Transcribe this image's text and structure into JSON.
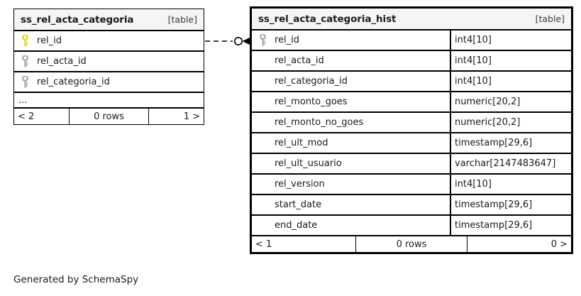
{
  "diagram": {
    "generator_caption": "Generated by SchemaSpy",
    "table_tag": "[table]",
    "ellipsis": "...",
    "colors": {
      "primary_key": "#d9dd1e",
      "foreign_key": "#a8a8a8",
      "border": "#000000",
      "header_background": "#f5f5f5",
      "page_background": "#ffffff"
    }
  },
  "tables": [
    {
      "id": "ss_rel_acta_categoria",
      "name": "ss_rel_acta_categoria",
      "tag": "[table]",
      "focus": false,
      "show_types": false,
      "has_ellipsis": true,
      "ellipsis": "...",
      "columns": [
        {
          "name": "rel_id",
          "type": "",
          "key": "primary"
        },
        {
          "name": "rel_acta_id",
          "type": "",
          "key": "foreign"
        },
        {
          "name": "rel_categoria_id",
          "type": "",
          "key": "foreign"
        }
      ],
      "footer": {
        "prev": "< 2",
        "rows": "0 rows",
        "next": "1 >"
      }
    },
    {
      "id": "ss_rel_acta_categoria_hist",
      "name": "ss_rel_acta_categoria_hist",
      "tag": "[table]",
      "focus": true,
      "show_types": true,
      "has_ellipsis": false,
      "columns": [
        {
          "name": "rel_id",
          "type": "int4[10]",
          "key": "foreign"
        },
        {
          "name": "rel_acta_id",
          "type": "int4[10]",
          "key": "none"
        },
        {
          "name": "rel_categoria_id",
          "type": "int4[10]",
          "key": "none"
        },
        {
          "name": "rel_monto_goes",
          "type": "numeric[20,2]",
          "key": "none"
        },
        {
          "name": "rel_monto_no_goes",
          "type": "numeric[20,2]",
          "key": "none"
        },
        {
          "name": "rel_ult_mod",
          "type": "timestamp[29,6]",
          "key": "none"
        },
        {
          "name": "rel_ult_usuario",
          "type": "varchar[2147483647]",
          "key": "none"
        },
        {
          "name": "rel_version",
          "type": "int4[10]",
          "key": "none"
        },
        {
          "name": "start_date",
          "type": "timestamp[29,6]",
          "key": "none"
        },
        {
          "name": "end_date",
          "type": "timestamp[29,6]",
          "key": "none"
        }
      ],
      "footer": {
        "prev": "< 1",
        "rows": "0 rows",
        "next": "0 >"
      }
    }
  ],
  "relationship": {
    "from_table": "ss_rel_acta_categoria",
    "from_column": "rel_id",
    "to_table": "ss_rel_acta_categoria_hist",
    "to_column": "rel_id",
    "line_style": "dashed",
    "source_marker": "optional-circle",
    "target_marker": "crows-foot"
  }
}
